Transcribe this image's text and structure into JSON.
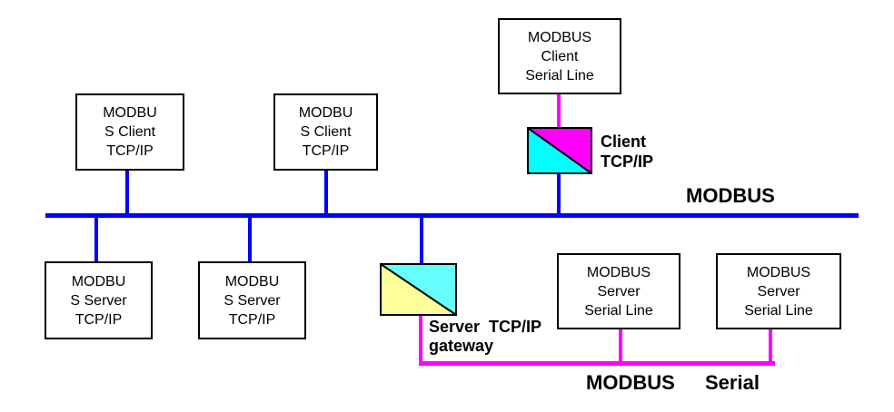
{
  "colors": {
    "bus_blue": "#0000FF",
    "serial_magenta": "#FF00FF",
    "client_gateway_magenta": "#FF00FF",
    "client_gateway_cyan": "#00FFFF",
    "server_gateway_cyan": "#66FFFF",
    "server_gateway_yellow": "#FFFF99",
    "box_border": "#000000"
  },
  "buses": {
    "tcp_label": "MODBUS",
    "serial_label_word1": "MODBUS",
    "serial_label_word2": "Serial"
  },
  "boxes": [
    {
      "id": "client-tcp-1",
      "lines": [
        "MODBU",
        "S Client",
        "TCP/IP"
      ]
    },
    {
      "id": "client-tcp-2",
      "lines": [
        "MODBU",
        "S Client",
        "TCP/IP"
      ]
    },
    {
      "id": "client-serial",
      "lines": [
        "MODBUS",
        "Client",
        "Serial Line"
      ]
    },
    {
      "id": "server-tcp-1",
      "lines": [
        "MODBU",
        "S Server",
        "TCP/IP"
      ]
    },
    {
      "id": "server-tcp-2",
      "lines": [
        "MODBU",
        "S Server",
        "TCP/IP"
      ]
    },
    {
      "id": "server-serial-1",
      "lines": [
        "MODBUS",
        "Server",
        "Serial Line"
      ]
    },
    {
      "id": "server-serial-2",
      "lines": [
        "MODBUS",
        "Server",
        "Serial Line"
      ]
    }
  ],
  "gateways": {
    "client": {
      "label_line1": "Client",
      "label_line2": "TCP/IP"
    },
    "server": {
      "label_line1": "Server TCP/IP",
      "label_line2": "gateway"
    }
  }
}
